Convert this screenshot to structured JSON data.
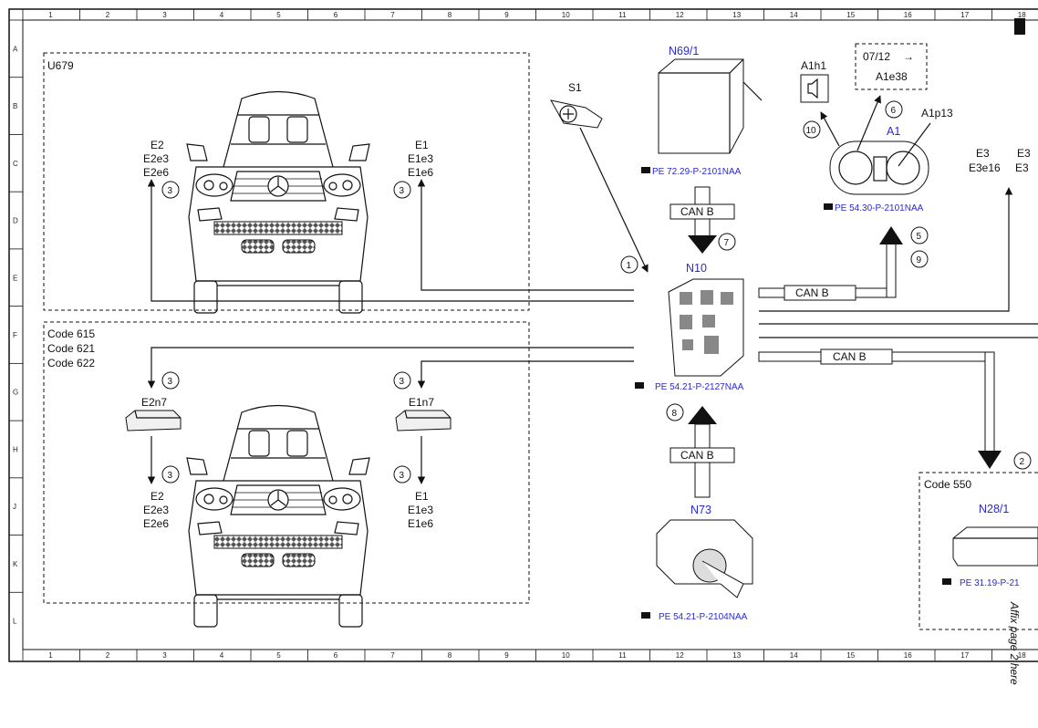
{
  "grid": {
    "columns": [
      "1",
      "2",
      "3",
      "4",
      "5",
      "6",
      "7",
      "8",
      "9",
      "10",
      "11",
      "12",
      "13",
      "14",
      "15",
      "16",
      "17",
      "18"
    ],
    "rows": [
      "A",
      "B",
      "C",
      "D",
      "E",
      "F",
      "G",
      "H",
      "J",
      "K",
      "L"
    ]
  },
  "sections": {
    "top_left": {
      "label": "U679"
    },
    "bottom_left": {
      "lines": [
        "Code 615",
        "Code 621",
        "Code 622"
      ]
    },
    "bottom_right": {
      "label": "Code 550"
    }
  },
  "components": {
    "s1": "S1",
    "n69_1": "N69/1",
    "n69_1_ref": "PE 72.29-P-2101NAA",
    "a1h1": "A1h1",
    "a1e38": "A1e38",
    "date_box": "07/12",
    "a1p13": "A1p13",
    "a1": "A1",
    "a1_ref": "PE 54.30-P-2101NAA",
    "n10": "N10",
    "n10_ref": "PE 54.21-P-2127NAA",
    "n73": "N73",
    "n73_ref": "PE 54.21-P-2104NAA",
    "n28_1": "N28/1",
    "n28_1_ref": "PE 31.19-P-21",
    "e2n7": "E2n7",
    "e1n7": "E1n7"
  },
  "lamp_labels": {
    "top_left": [
      "E2",
      "E2e3",
      "E2e6"
    ],
    "top_right": [
      "E1",
      "E1e3",
      "E1e6"
    ],
    "bottom_left": [
      "E2",
      "E2e3",
      "E2e6"
    ],
    "bottom_right": [
      "E1",
      "E1e3",
      "E1e6"
    ],
    "far_right_a": [
      "E3",
      "E3e16"
    ],
    "far_right_b": [
      "E3",
      "E3"
    ]
  },
  "bus": {
    "can_b": "CAN B"
  },
  "markers": {
    "m1": "1",
    "m2": "2",
    "m3": "3",
    "m5": "5",
    "m6": "6",
    "m7": "7",
    "m8": "8",
    "m9": "9",
    "m10": "10"
  },
  "side_note": "Affix page 2 here"
}
